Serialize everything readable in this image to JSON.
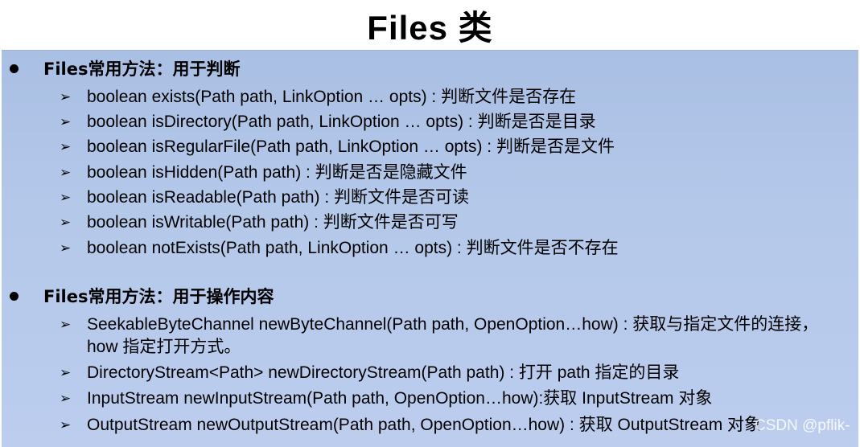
{
  "title": "Files 类",
  "sections": [
    {
      "label": "Files常用方法：用于判断",
      "items": [
        "boolean exists(Path path, LinkOption … opts) : 判断文件是否存在",
        "boolean isDirectory(Path path, LinkOption … opts) : 判断是否是目录",
        "boolean isRegularFile(Path path, LinkOption … opts) : 判断是否是文件",
        "boolean isHidden(Path path) : 判断是否是隐藏文件",
        "boolean isReadable(Path path) : 判断文件是否可读",
        "boolean isWritable(Path path) : 判断文件是否可写",
        "boolean notExists(Path path, LinkOption … opts) : 判断文件是否不存在"
      ]
    },
    {
      "label": "Files常用方法：用于操作内容",
      "items": [
        "SeekableByteChannel newByteChannel(Path path, OpenOption…how) : 获取与指定文件的连接，how 指定打开方式。",
        "DirectoryStream<Path>  newDirectoryStream(Path path) : 打开 path 指定的目录",
        "InputStream newInputStream(Path path, OpenOption…how):获取 InputStream 对象",
        "OutputStream newOutputStream(Path path, OpenOption…how) : 获取 OutputStream 对象"
      ]
    }
  ],
  "watermark": "CSDN @pflik-"
}
